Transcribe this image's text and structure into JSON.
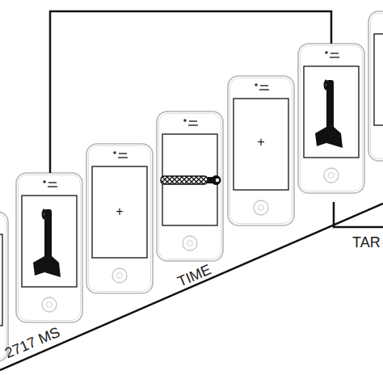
{
  "diagram": {
    "labels": [
      "2717 MS",
      "TIME",
      "+",
      "+",
      "TAR"
    ]
  }
}
